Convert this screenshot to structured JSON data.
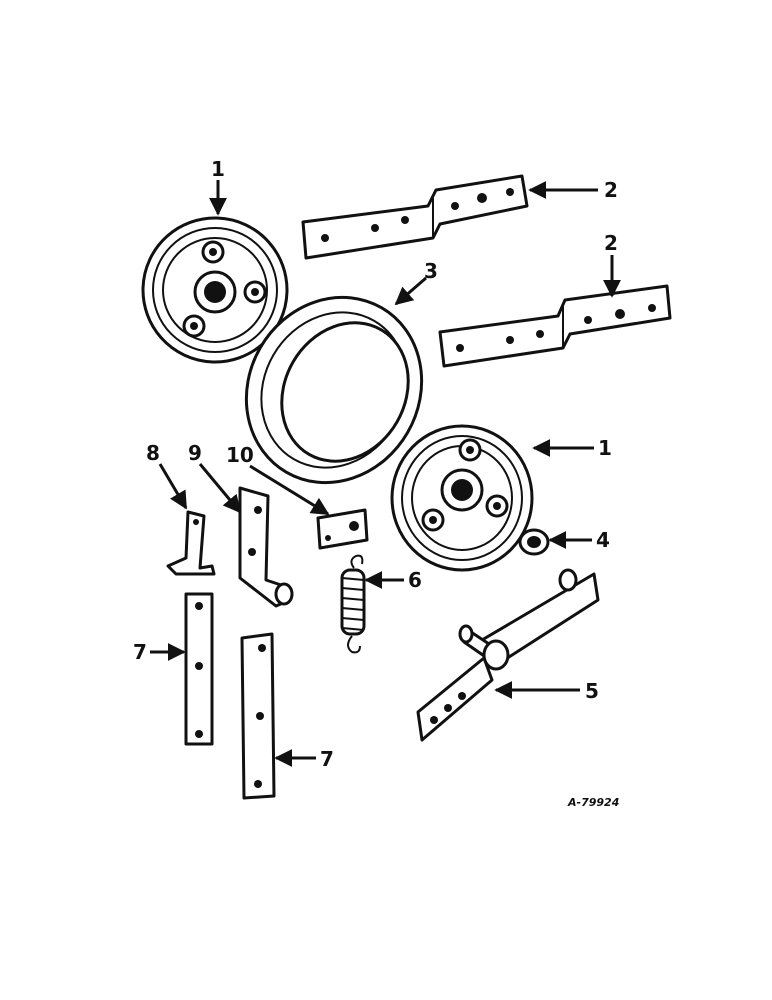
{
  "callouts": {
    "wheel_upper": "1",
    "wheel_lower": "1",
    "bar_upper": "2",
    "bar_lower": "2",
    "tire": "3",
    "bearing": "4",
    "axle_arm": "5",
    "spring": "6",
    "strap_left": "7",
    "strap_right": "7",
    "bracket_8": "8",
    "bracket_9": "9",
    "plate_10": "10"
  },
  "reference_code": "A-79924"
}
